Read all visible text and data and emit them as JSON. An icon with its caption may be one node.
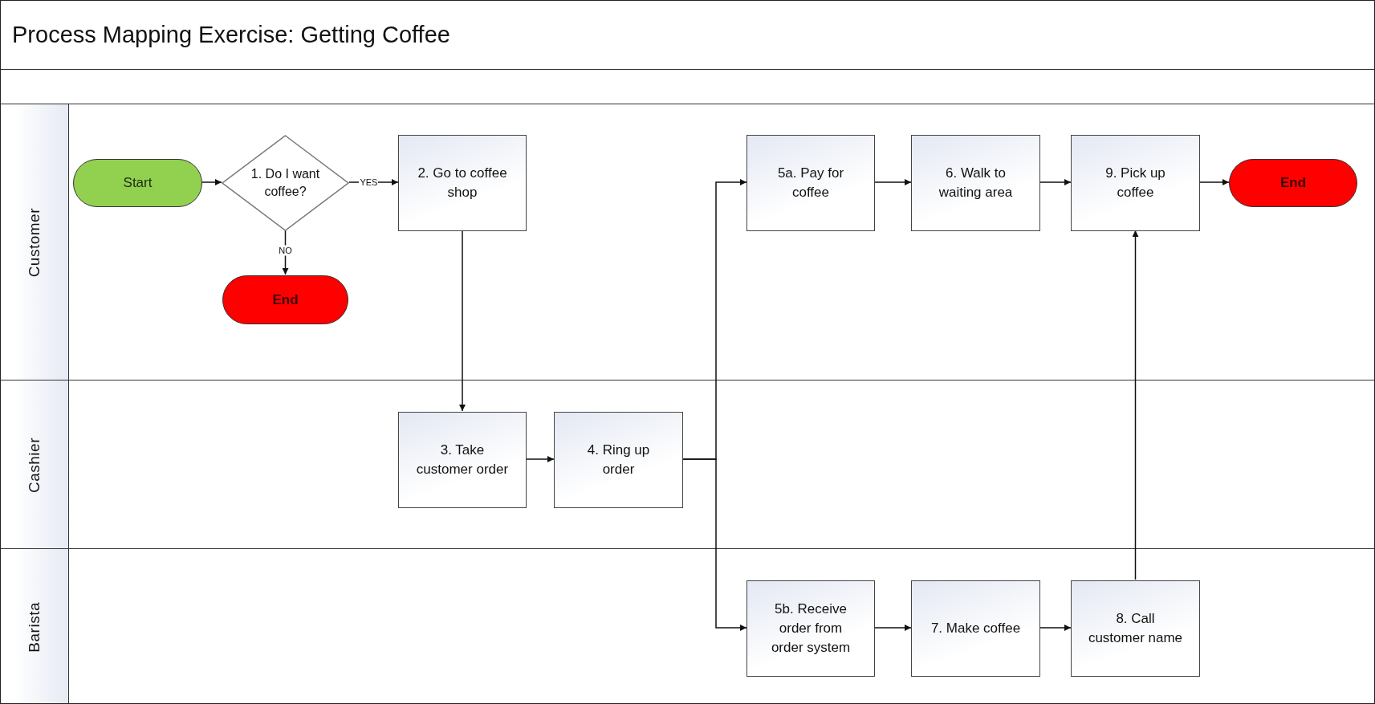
{
  "diagram": {
    "title": "Process Mapping Exercise: Getting Coffee",
    "nodes": [
      {
        "text": [
          "Customer"
        ]
      },
      {
        "text": [
          "Cashier"
        ]
      },
      {
        "text": [
          "Barista"
        ]
      },
      {
        "text": [
          "Start"
        ],
        "in": 0
      },
      {
        "text": [
          "1. Do I want coffee?"
        ],
        "in": 0
      },
      {
        "text": [
          "End"
        ],
        "in": 0
      },
      {
        "text": [
          "2. Go to coffee shop"
        ],
        "in": 0
      },
      {
        "text": [
          "5a. Pay for coffee"
        ],
        "in": 0
      },
      {
        "text": [
          "6. Walk to waiting area"
        ],
        "in": 0
      },
      {
        "text": [
          "9. Pick up coffee"
        ],
        "in": 0
      },
      {
        "text": [
          "End"
        ],
        "in": 0
      },
      {
        "text": [
          "3. Take customer order"
        ],
        "in": 1
      },
      {
        "text": [
          "4. Ring up order"
        ],
        "in": 1
      },
      {
        "text": [
          "5b. Receive order from order system"
        ],
        "in": 2
      },
      {
        "text": [
          "7. Make coffee"
        ],
        "in": 2
      },
      {
        "text": [
          "8. Call customer name"
        ],
        "in": 2
      }
    ],
    "edges": [
      {
        "from": 3,
        "to": 4,
        "arrow": "to"
      },
      {
        "from": 4,
        "to": 6,
        "arrow": "to",
        "label": "YES"
      },
      {
        "from": 4,
        "to": 5,
        "arrow": "to",
        "label": "NO"
      },
      {
        "from": 6,
        "to": 11,
        "arrow": "to"
      },
      {
        "from": 11,
        "to": 12,
        "arrow": "to"
      },
      {
        "from": 12,
        "to": 7,
        "arrow": "to"
      },
      {
        "from": 12,
        "to": 13,
        "arrow": "to"
      },
      {
        "from": 7,
        "to": 8,
        "arrow": "to"
      },
      {
        "from": 8,
        "to": 9,
        "arrow": "to"
      },
      {
        "from": 9,
        "to": 10,
        "arrow": "to"
      },
      {
        "from": 13,
        "to": 14,
        "arrow": "to"
      },
      {
        "from": 14,
        "to": 15,
        "arrow": "to"
      },
      {
        "from": 15,
        "to": 9,
        "arrow": "to"
      }
    ]
  }
}
